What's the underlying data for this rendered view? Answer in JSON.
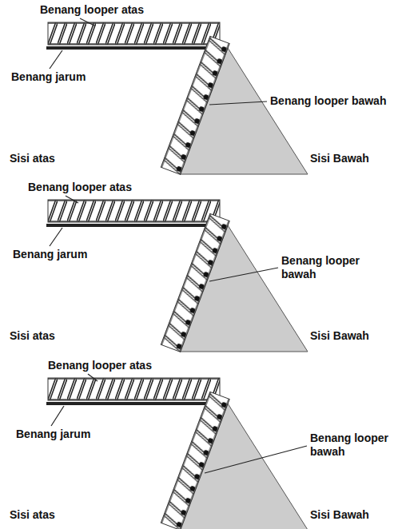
{
  "diagram": {
    "labels": [
      "Benang looper atas",
      "Benang jarum",
      "Benang looper bawah",
      "Sisi atas",
      "Sisi Bawah",
      "Benang looper atas",
      "Benang jarum",
      "Benang looper bawah",
      "Sisi atas",
      "Sisi Bawah",
      "Benang looper atas",
      "Benang jarum",
      "Benang looper bawah",
      "Sisi atas",
      "Sisi Bawah"
    ]
  }
}
